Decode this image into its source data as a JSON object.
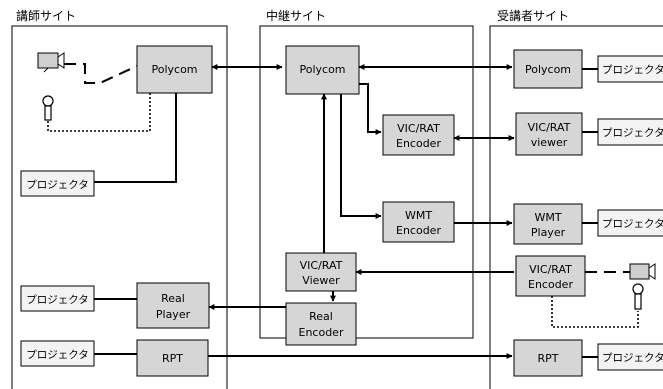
{
  "sites": {
    "instructor": "講師サイト",
    "relay": "中継サイト",
    "student": "受講者サイト"
  },
  "nodes": {
    "i_polycom": "Polycom",
    "i_projector_1": "プロジェクタ",
    "i_projector_2": "プロジェクタ",
    "i_projector_3": "プロジェクタ",
    "i_real_player": [
      "Real",
      "Player"
    ],
    "i_rpt": "RPT",
    "r_polycom": "Polycom",
    "r_vicrat_encoder": [
      "VIC/RAT",
      "Encoder"
    ],
    "r_wmt_encoder": [
      "WMT",
      "Encoder"
    ],
    "r_vicrat_viewer": [
      "VIC/RAT",
      "Viewer"
    ],
    "r_real_encoder": [
      "Real",
      "Encoder"
    ],
    "s_polycom": "Polycom",
    "s_vicrat_viewer": [
      "VIC/RAT",
      "viewer"
    ],
    "s_wmt_player": [
      "WMT",
      "Player"
    ],
    "s_vicrat_encoder": [
      "VIC/RAT",
      "Encoder"
    ],
    "s_rpt": "RPT",
    "s_projector": "プロジェクタ"
  },
  "edges": [
    {
      "from": "i_polycom",
      "to": "r_polycom",
      "dir": "both"
    },
    {
      "from": "r_polycom",
      "to": "s_polycom",
      "dir": "both"
    },
    {
      "from": "r_polycom",
      "to": "r_vicrat_encoder",
      "dir": "forward"
    },
    {
      "from": "r_polycom",
      "to": "r_wmt_encoder",
      "dir": "forward"
    },
    {
      "from": "r_vicrat_viewer",
      "to": "r_polycom",
      "dir": "forward"
    },
    {
      "from": "r_vicrat_encoder",
      "to": "s_vicrat_viewer",
      "dir": "both"
    },
    {
      "from": "r_wmt_encoder",
      "to": "s_wmt_player",
      "dir": "forward"
    },
    {
      "from": "s_vicrat_encoder",
      "to": "r_vicrat_viewer",
      "dir": "forward"
    },
    {
      "from": "r_vicrat_viewer",
      "to": "r_real_encoder",
      "dir": "forward"
    },
    {
      "from": "r_real_encoder",
      "to": "i_real_player",
      "dir": "forward"
    },
    {
      "from": "i_rpt",
      "to": "s_rpt",
      "dir": "forward"
    },
    {
      "from": "i_polycom",
      "to": "i_projector_1",
      "dir": "none"
    },
    {
      "from": "i_real_player",
      "to": "i_projector_2",
      "dir": "none"
    },
    {
      "from": "i_rpt",
      "to": "i_projector_3",
      "dir": "none"
    },
    {
      "from": "s_polycom",
      "to": "s_projector",
      "dir": "none"
    },
    {
      "from": "s_vicrat_viewer",
      "to": "s_projector",
      "dir": "none"
    },
    {
      "from": "s_wmt_player",
      "to": "s_projector",
      "dir": "none"
    },
    {
      "from": "s_rpt",
      "to": "s_projector",
      "dir": "none"
    },
    {
      "from": "camera",
      "to": "i_polycom",
      "dir": "none",
      "style": "dashed"
    },
    {
      "from": "microphone",
      "to": "i_polycom",
      "dir": "none",
      "style": "dotted"
    },
    {
      "from": "camera",
      "to": "s_vicrat_encoder",
      "dir": "none",
      "style": "dashed"
    },
    {
      "from": "microphone",
      "to": "s_vicrat_encoder",
      "dir": "none",
      "style": "dotted"
    }
  ],
  "icons": [
    "camera-icon",
    "microphone-icon"
  ]
}
